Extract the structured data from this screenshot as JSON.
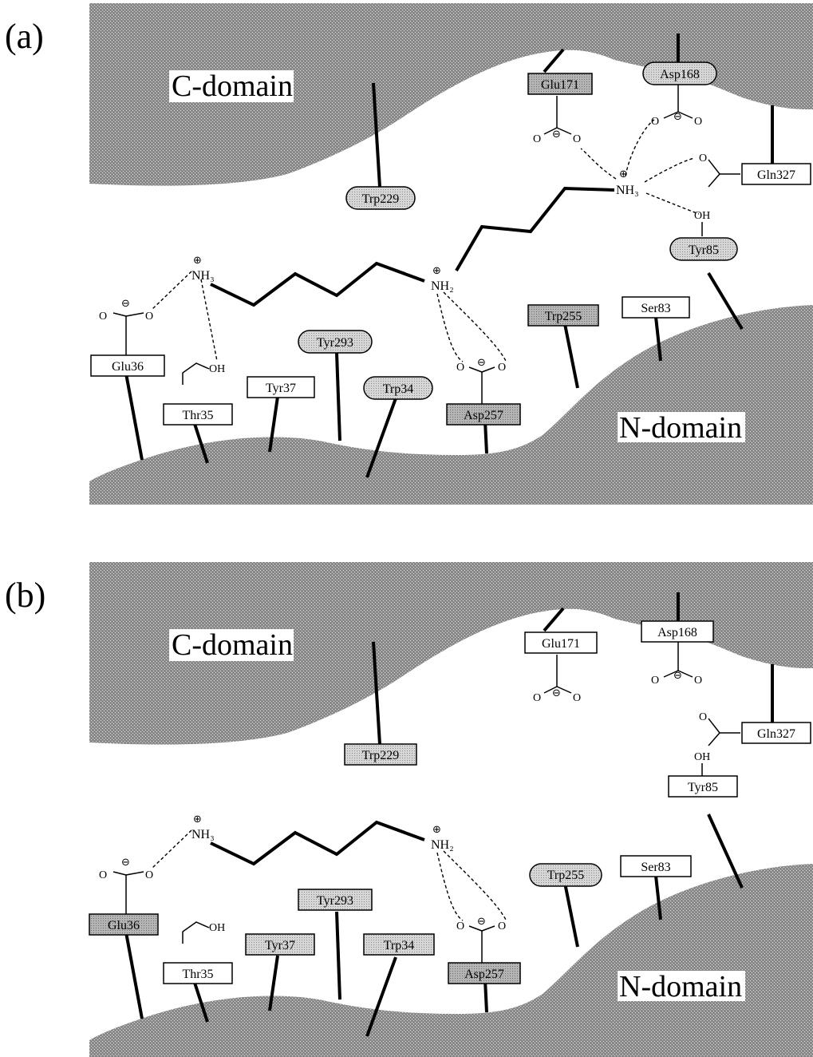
{
  "panels": [
    {
      "id": "a",
      "label": "(a)",
      "c_domain": "C-domain",
      "n_domain": "N-domain",
      "residues": {
        "Glu171": "Glu171",
        "Asp168": "Asp168",
        "Gln327": "Gln327",
        "Trp229": "Trp229",
        "Tyr85": "Tyr85",
        "Ser83": "Ser83",
        "Trp255": "Trp255",
        "Glu36": "Glu36",
        "Thr35": "Thr35",
        "Tyr37": "Tyr37",
        "Tyr293": "Tyr293",
        "Trp34": "Trp34",
        "Asp257": "Asp257"
      },
      "atoms": {
        "nh3_left": "NH₃",
        "nh2": "NH₂",
        "nh3_right": "NH₃",
        "oh_tyr85": "OH",
        "oh_thr35": "OH",
        "o": "O",
        "plus": "⊕",
        "minus": "⊖"
      }
    },
    {
      "id": "b",
      "label": "(b)",
      "c_domain": "C-domain",
      "n_domain": "N-domain",
      "residues": {
        "Glu171": "Glu171",
        "Asp168": "Asp168",
        "Gln327": "Gln327",
        "Trp229": "Trp229",
        "Tyr85": "Tyr85",
        "Ser83": "Ser83",
        "Trp255": "Trp255",
        "Glu36": "Glu36",
        "Thr35": "Thr35",
        "Tyr37": "Tyr37",
        "Tyr293": "Tyr293",
        "Trp34": "Trp34",
        "Asp257": "Asp257"
      },
      "atoms": {
        "nh3_left": "NH₃",
        "nh2": "NH₂",
        "oh_tyr85": "OH",
        "oh_thr35": "OH",
        "o": "O",
        "plus": "⊕",
        "minus": "⊖"
      }
    }
  ]
}
